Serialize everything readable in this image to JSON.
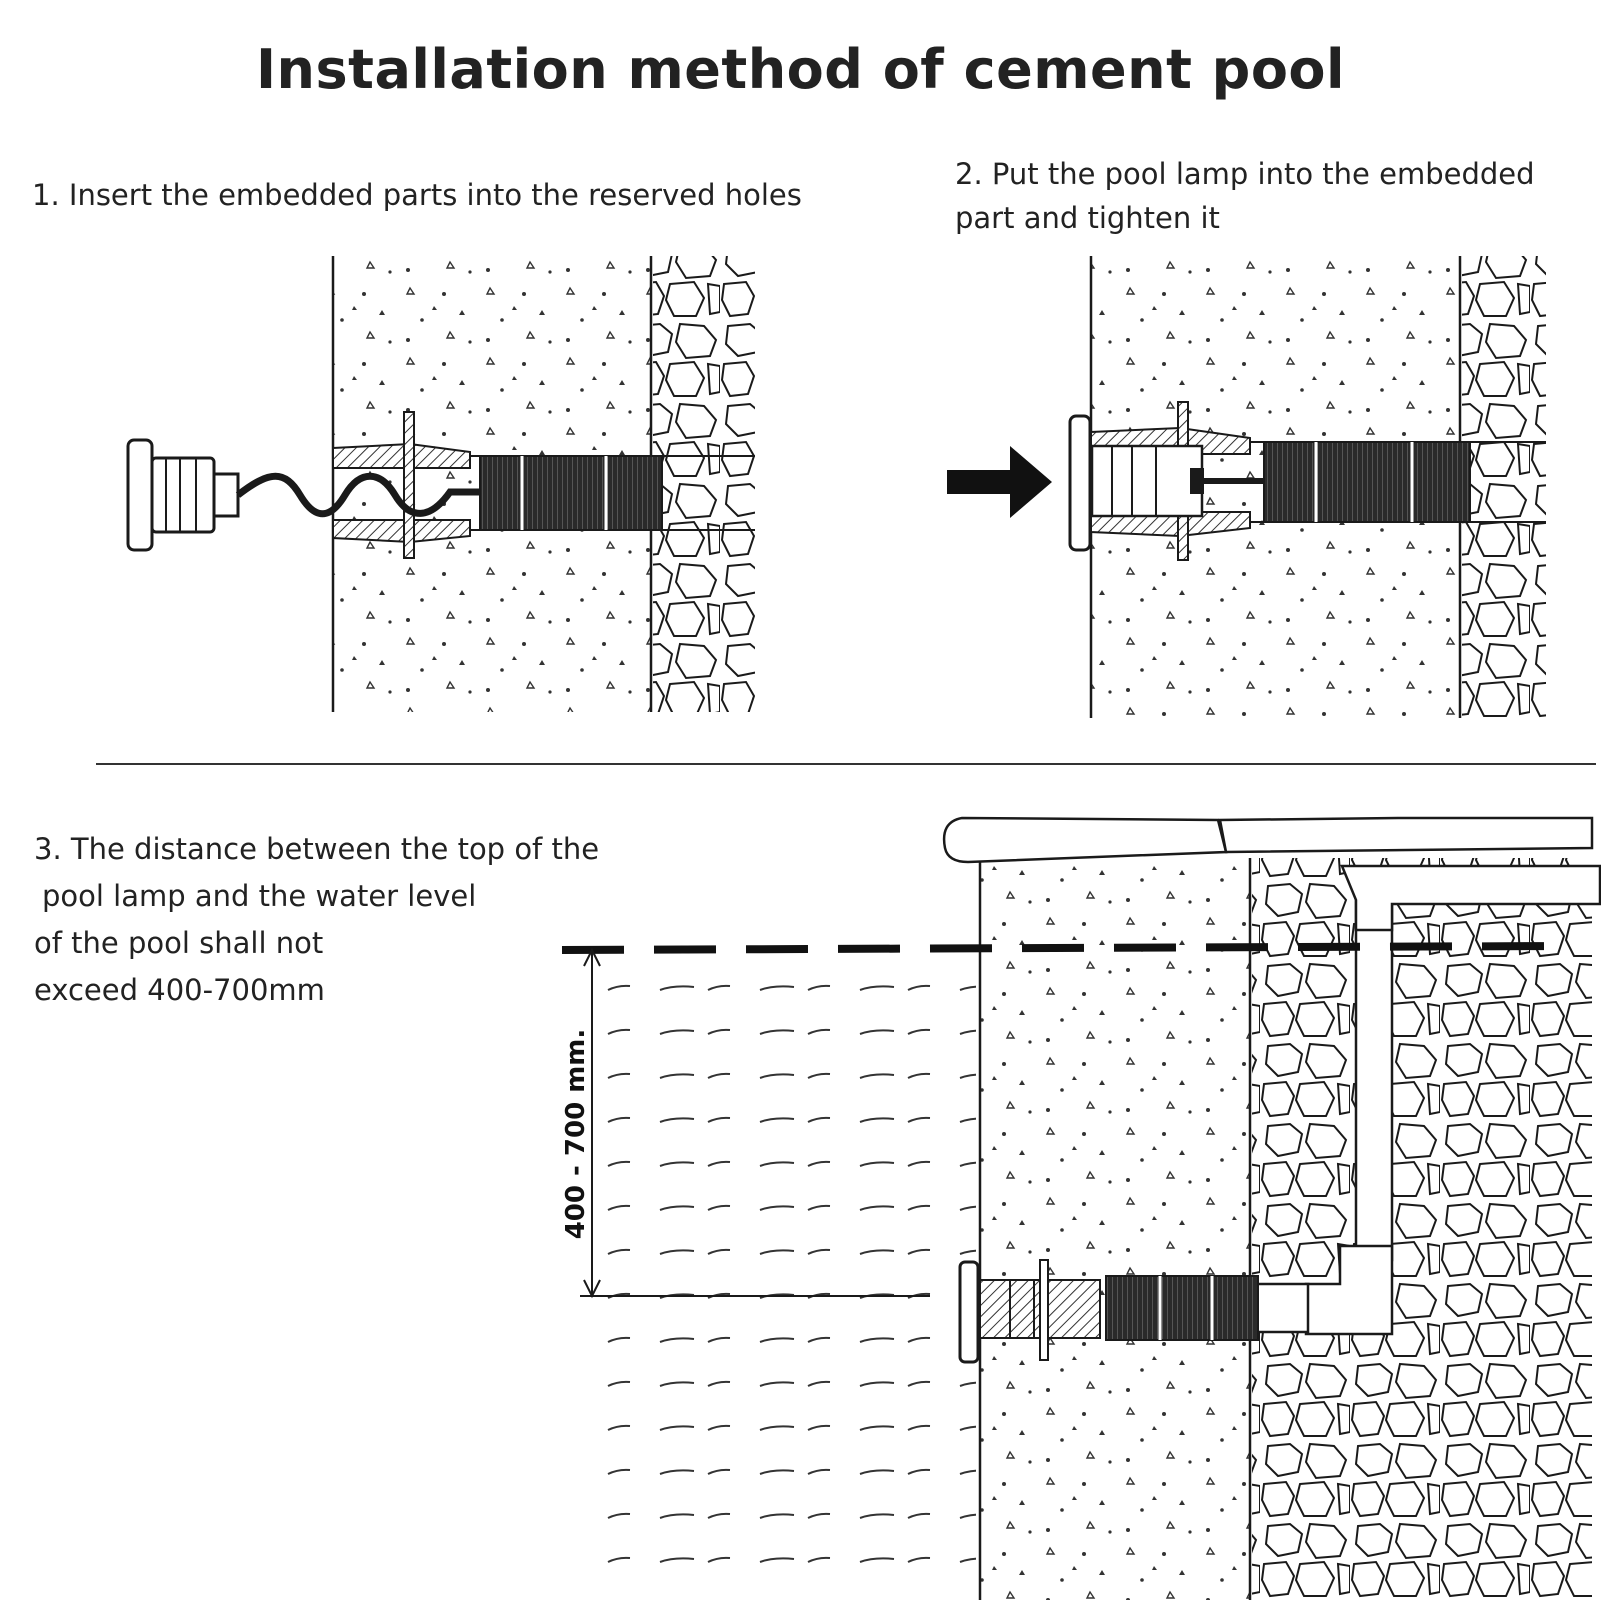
{
  "title": "Installation method of cement pool",
  "steps": [
    {
      "text": "1. Insert the embedded parts into the reserved holes"
    },
    {
      "line1": "2. Put the pool lamp into the embedded",
      "line2": "part and tighten it"
    },
    {
      "line1": "3. The distance between the top of the",
      "line2": "pool lamp and the water level",
      "line3": "of the pool shall not",
      "line4": "exceed 400-700mm"
    }
  ],
  "dimension_label": "400 - 700 mm.",
  "icons": [
    "pool-lamp-icon",
    "arrow-right-icon",
    "pipe-elbow-icon"
  ],
  "colors": {
    "line": "#1a1a1a",
    "fill_dark": "#2a2a2a",
    "background": "#ffffff"
  }
}
